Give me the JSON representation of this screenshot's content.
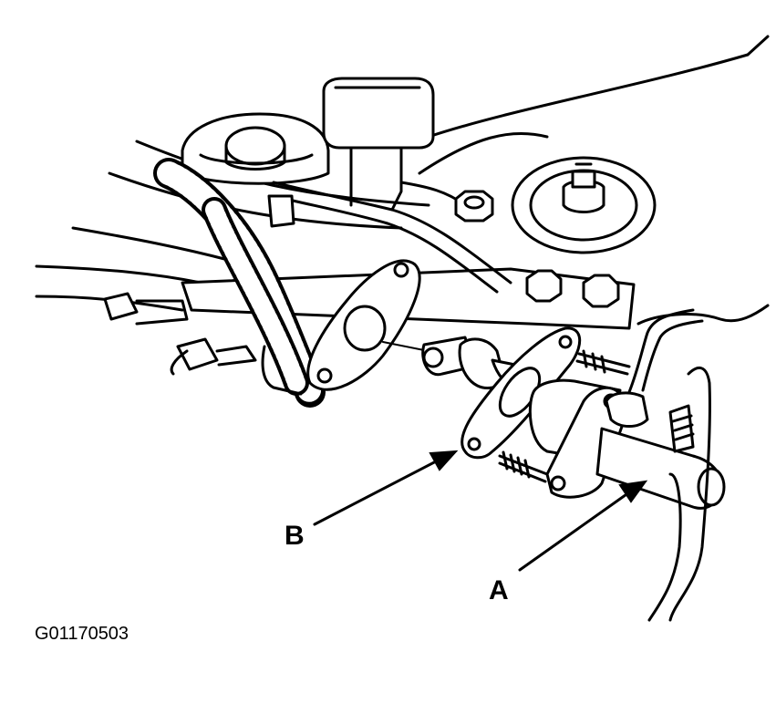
{
  "figure": {
    "id": "G01170503",
    "callouts": [
      {
        "key": "A",
        "label": "A"
      },
      {
        "key": "B",
        "label": "B"
      }
    ]
  },
  "colors": {
    "ink": "#000000",
    "paper": "#ffffff"
  }
}
